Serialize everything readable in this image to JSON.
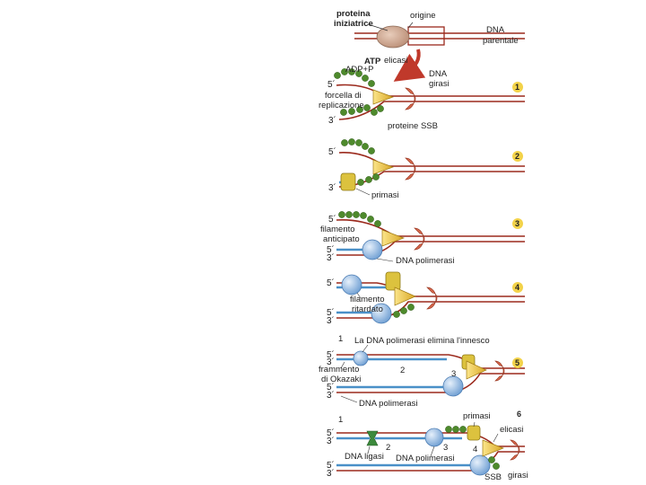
{
  "top": {
    "initiator_protein": [
      "proteina",
      "iniziatrice"
    ],
    "origin": "origine",
    "parental_dna": [
      "DNA",
      "parentale"
    ]
  },
  "panel1": {
    "step": "1",
    "atp": "ATP",
    "adp": "ADP+P",
    "helicase": "elicasi",
    "gyrase": [
      "DNA",
      "girasi"
    ],
    "fork": [
      "forcella di",
      "replicazione"
    ],
    "ssb": "proteine SSB"
  },
  "panel2": {
    "step": "2",
    "primase": "primasi"
  },
  "panel3": {
    "step": "3",
    "leading": [
      "filamento",
      "anticipato"
    ],
    "polymerase": "DNA polimerasi"
  },
  "panel4": {
    "step": "4",
    "lagging": [
      "filamento",
      "ritardato"
    ]
  },
  "panel5": {
    "step": "5",
    "removes_primer": "La DNA polimerasi elimina l'innesco",
    "okazaki": [
      "frammento",
      "di Okazaki"
    ],
    "polymerase": "DNA polimerasi",
    "n1": "1",
    "n2": "2",
    "n3": "3"
  },
  "panel6": {
    "step": "6",
    "primase": "primasi",
    "helicase": "elicasi",
    "ligase": "DNA ligasi",
    "polymerase": "DNA polimerasi",
    "ssb": "SSB",
    "gyrase": "girasi",
    "n1": "1",
    "n2": "2",
    "n3": "3",
    "n4": "4"
  },
  "ends": {
    "five": "5´",
    "three": "3´"
  },
  "colors": {
    "dna_parent": "#9b2a1d",
    "dna_new": "#4a90c8",
    "ssb": "#4e8a2c",
    "helicase": "#e8c23a",
    "gyrase": "#d96a4e",
    "polymerase": "#8fb6e0",
    "primase": "#dcc23e",
    "ligase": "#3c8a3c",
    "step_badge": "#f3d34a",
    "arrow": "#c0392b"
  },
  "icons": [
    "curved-arrow-icon"
  ]
}
